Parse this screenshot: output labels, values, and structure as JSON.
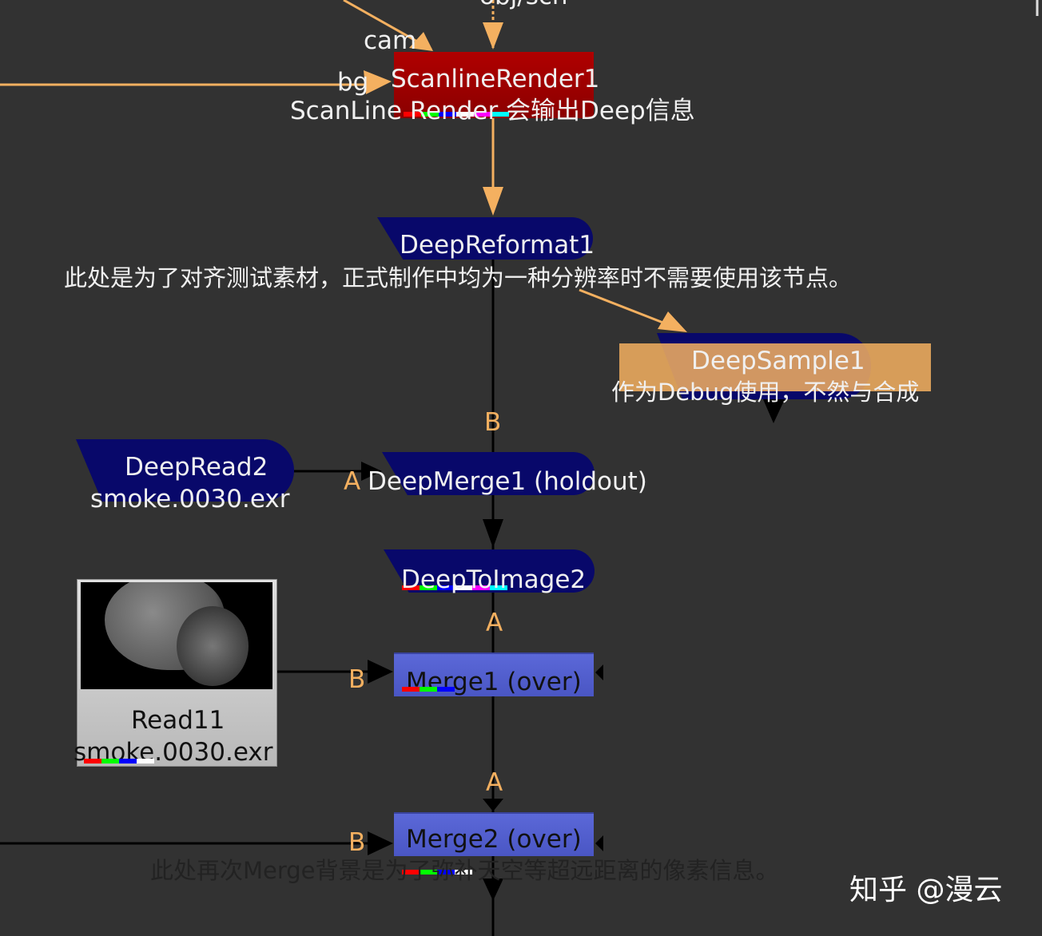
{
  "top_label": "obj/scn",
  "nodes": {
    "scanline_render": {
      "name": "ScanlineRender1",
      "note": "ScanLine Render 会输出Deep信息",
      "inputs": {
        "cam": "cam",
        "bg": "bg"
      },
      "color": "#a80000"
    },
    "deep_reformat": {
      "name": "DeepReformat1",
      "note": "此处是为了对齐测试素材，正式制作中均为一种分辨率时不需要使用该节点。",
      "color": "#08086a"
    },
    "deep_sample": {
      "name": "DeepSample1",
      "note": "作为Debug使用，不然与合成",
      "color": "#f4b060"
    },
    "deep_read": {
      "name": "DeepRead2",
      "file": "smoke.0030.exr"
    },
    "deep_merge": {
      "name": "DeepMerge1 (holdout)",
      "input_a": "A",
      "input_b": "B"
    },
    "deep_to_image": {
      "name": "DeepToImage2",
      "input_a": "A"
    },
    "read": {
      "name": "Read11",
      "file": "smoke.0030.exr"
    },
    "merge1": {
      "name": "Merge1 (over)",
      "input_b": "B",
      "input_a": "A",
      "color": "#5b68d8"
    },
    "merge2": {
      "name": "Merge2 (over)",
      "input_b": "B",
      "note": "此处再次Merge背景是为了弥补天空等超远距离的像素信息。"
    }
  },
  "watermark": "知乎 @漫云",
  "colors": {
    "background": "#323232",
    "wire_3d": "#f4b060",
    "wire": "#000000"
  }
}
